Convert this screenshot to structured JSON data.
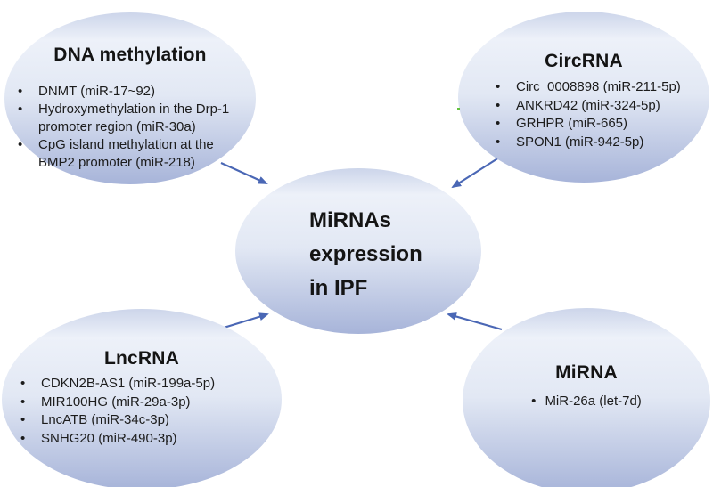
{
  "diagram": {
    "center": {
      "title_lines": [
        "MiRNAs",
        "expression",
        "in IPF"
      ]
    },
    "nodes": {
      "dna": {
        "title": "DNA methylation",
        "items": [
          "DNMT (miR-17~92)",
          "Hydroxymethylation in the Drp-1 promoter region (miR-30a)",
          "CpG island methylation at the BMP2 promoter (miR-218)"
        ]
      },
      "circ": {
        "title": "CircRNA",
        "items": [
          "Circ_0008898 (miR-211-5p)",
          "ANKRD42 (miR-324-5p)",
          "GRHPR (miR-665)",
          "SPON1 (miR-942-5p)"
        ]
      },
      "lnc": {
        "title": "LncRNA",
        "items": [
          "CDKN2B-AS1 (miR-199a-5p)",
          "MIR100HG (miR-29a-3p)",
          "LncATB (miR-34c-3p)",
          "SNHG20 (miR-490-3p)"
        ]
      },
      "mir": {
        "title": "MiRNA",
        "items": [
          "MiR-26a (let-7d)"
        ]
      }
    },
    "bullet": "•",
    "colors": {
      "arrow": "#4a67b5",
      "ellipse_top_rim": "#ccd5ea",
      "ellipse_highlight": "#edf1f9",
      "ellipse_bottom": "#a7b4d9",
      "text": "#1c1c1c",
      "artifact_green": "#63c13e"
    }
  }
}
